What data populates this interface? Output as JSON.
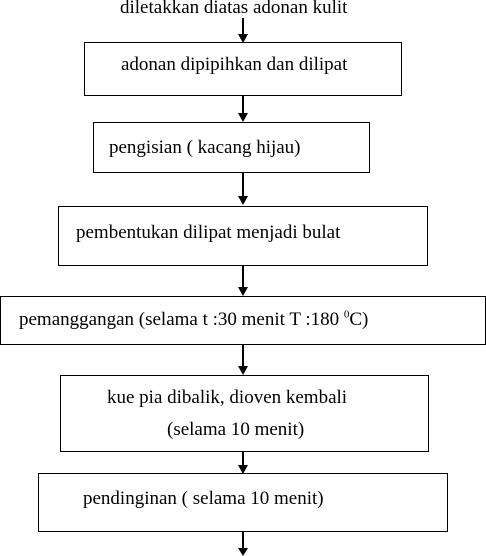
{
  "flow": {
    "top_caption": "diletakkan diatas adonan kulit",
    "steps": [
      {
        "label": "adonan dipipihkan dan dilipat"
      },
      {
        "label": "pengisian ( kacang hijau)"
      },
      {
        "label": "pembentukan dilipat menjadi bulat"
      },
      {
        "label_before": "pemanggangan  (selama t :30 menit T :180 ",
        "label_sup": "0",
        "label_after": "C)"
      },
      {
        "line1": "kue pia dibalik, dioven kembali",
        "line2": "(selama 10 menit)"
      },
      {
        "label": "pendinginan ( selama 10 menit)"
      }
    ]
  }
}
